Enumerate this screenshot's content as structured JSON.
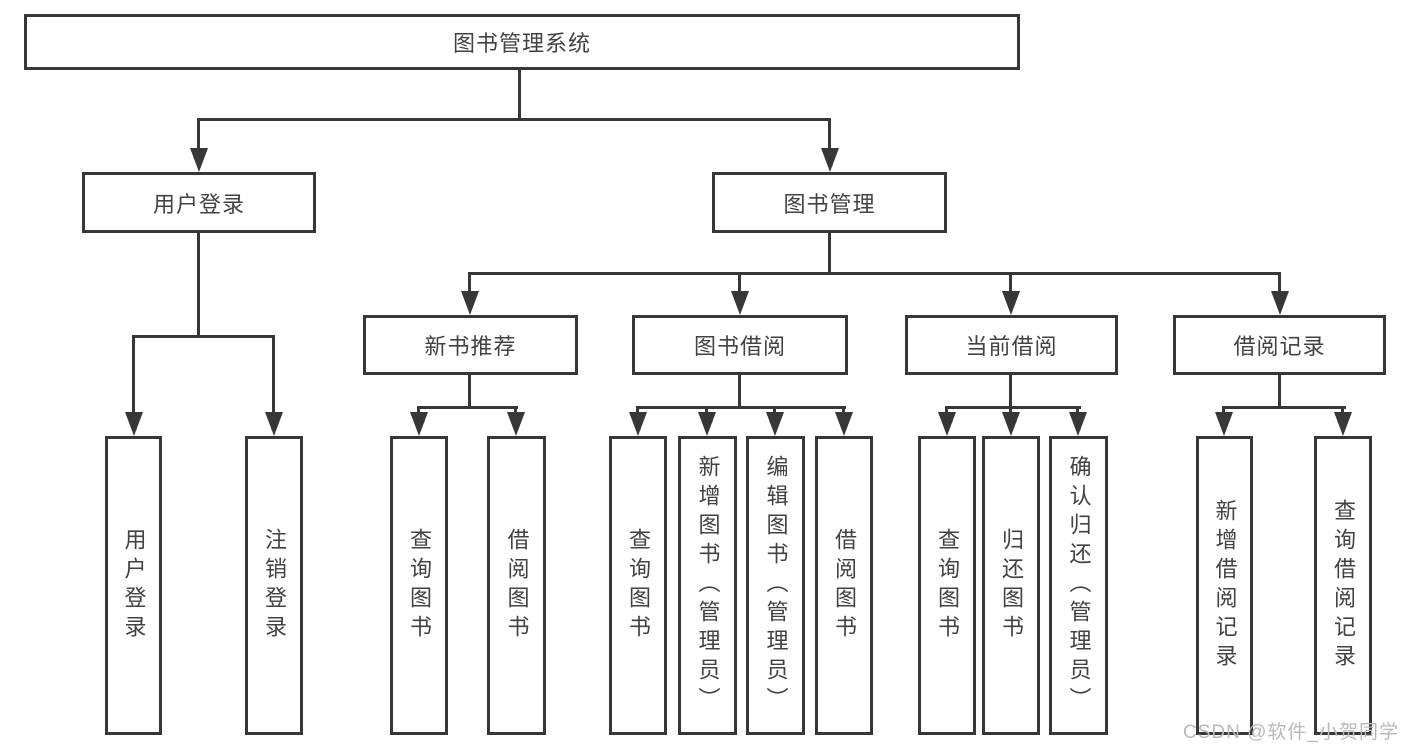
{
  "colors": {
    "line": "#373737",
    "text": "#424242",
    "bg": "#ffffff",
    "watermark": "#b9b9b9"
  },
  "nodes": {
    "root": {
      "label": "图书管理系统"
    },
    "level2": [
      {
        "label": "用户登录"
      },
      {
        "label": "图书管理"
      }
    ],
    "level3": [
      {
        "label": "新书推荐"
      },
      {
        "label": "图书借阅"
      },
      {
        "label": "当前借阅"
      },
      {
        "label": "借阅记录"
      }
    ],
    "leaves": {
      "login": [
        "用户登录",
        "注销登录"
      ],
      "newBooks": [
        "查询图书",
        "借阅图书"
      ],
      "bookBorrow": [
        "查询图书",
        "新增图书（管理员）",
        "编辑图书（管理员）",
        "借阅图书"
      ],
      "currentBorrow": [
        "查询图书",
        "归还图书",
        "确认归还（管理员）"
      ],
      "borrowRecords": [
        "新增借阅记录",
        "查询借阅记录"
      ]
    }
  },
  "watermark": {
    "text": "CSDN @软件_小贺同学"
  }
}
